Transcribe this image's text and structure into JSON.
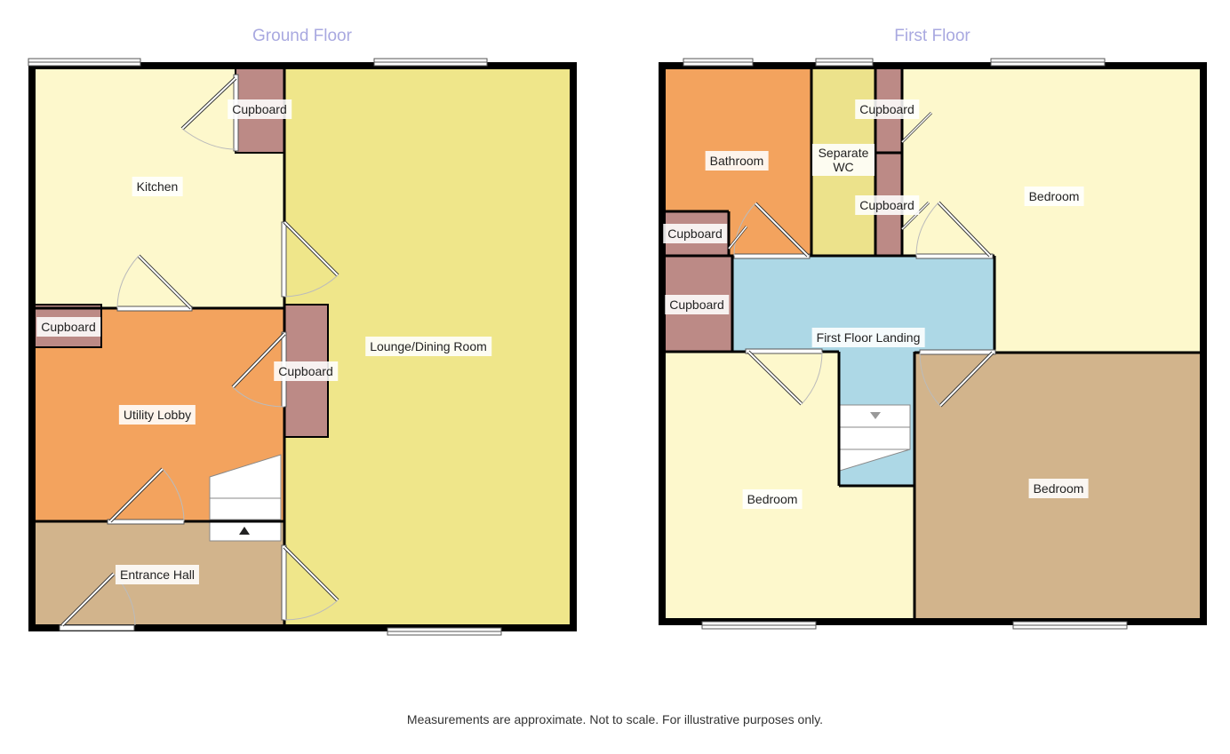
{
  "ground_floor": {
    "title": "Ground Floor",
    "rooms": {
      "kitchen": "Kitchen",
      "cupboard_kitchen": "Cupboard",
      "cupboard_left": "Cupboard",
      "utility_lobby": "Utility Lobby",
      "cupboard_utility": "Cupboard",
      "entrance_hall": "Entrance Hall",
      "lounge_dining": "Lounge/Dining Room"
    }
  },
  "first_floor": {
    "title": "First Floor",
    "rooms": {
      "bathroom": "Bathroom",
      "separate_wc": "Separate WC",
      "cupboard_top": "Cupboard",
      "cupboard_mid": "Cupboard",
      "cupboard_bath": "Cupboard",
      "cupboard_landing": "Cupboard",
      "bedroom_top_right": "Bedroom",
      "landing": "First Floor Landing",
      "bedroom_bottom_left": "Bedroom",
      "bedroom_bottom_right": "Bedroom"
    }
  },
  "colors": {
    "kitchen": "#fdf8cc",
    "lounge": "#efe68a",
    "utility": "#f3a35e",
    "hall": "#d2b48c",
    "cupboard": "#bc8a86",
    "landing": "#add8e6",
    "bathroom": "#f3a35e",
    "wc": "#ece28b",
    "bedroom_light": "#fdf8cc",
    "bedroom_tan": "#d2b48c",
    "wall": "#000000",
    "title": "#a9a9e0"
  },
  "footer": "Measurements are approximate. Not to scale. For illustrative purposes only."
}
